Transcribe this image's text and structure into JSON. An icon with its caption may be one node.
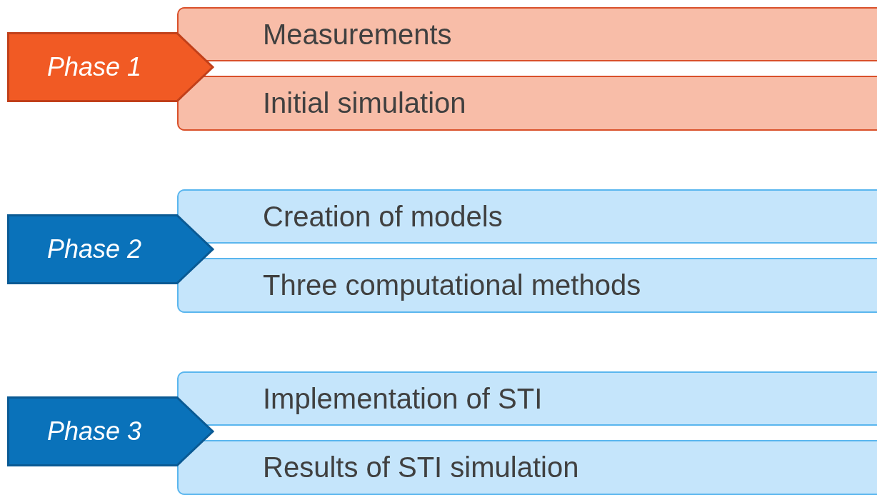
{
  "diagram": {
    "nodes": [
      {
        "text": [
          "Phase 1"
        ]
      },
      {
        "text": [
          "Measurements"
        ]
      },
      {
        "text": [
          "Initial simulation"
        ]
      },
      {
        "text": [
          "Phase 2"
        ]
      },
      {
        "text": [
          "Creation of models"
        ]
      },
      {
        "text": [
          "Three computational methods"
        ]
      },
      {
        "text": [
          "Phase 3"
        ]
      },
      {
        "text": [
          "Implementation of STI"
        ]
      },
      {
        "text": [
          "Results of STI simulation"
        ]
      }
    ]
  }
}
